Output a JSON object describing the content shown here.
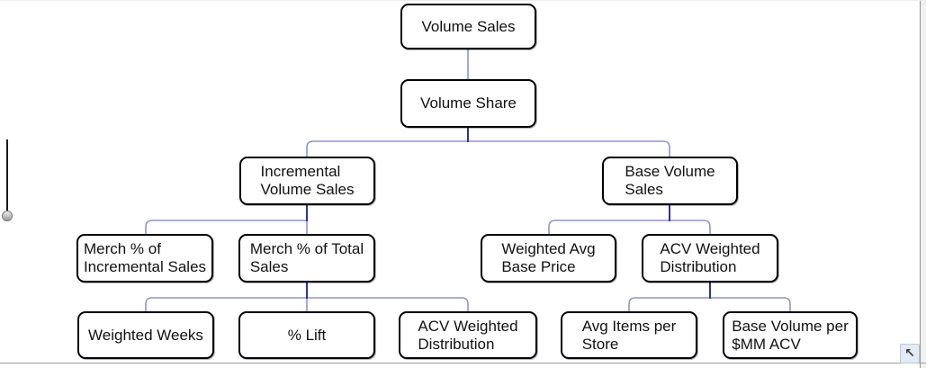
{
  "diagram": {
    "nodes": [
      {
        "id": "volume-sales",
        "label": "Volume Sales"
      },
      {
        "id": "volume-share",
        "label": "Volume Share"
      },
      {
        "id": "incremental-volume-sales",
        "label": "Incremental\nVolume Sales"
      },
      {
        "id": "base-volume-sales",
        "label": "Base Volume\nSales"
      },
      {
        "id": "merch-pct-of-incremental-sales",
        "label": "Merch % of\nIncremental Sales"
      },
      {
        "id": "merch-pct-of-total-sales",
        "label": "Merch % of Total\nSales"
      },
      {
        "id": "weighted-avg-base-price",
        "label": "Weighted Avg\nBase Price"
      },
      {
        "id": "acv-weighted-distribution",
        "label": "ACV Weighted\nDistribution"
      },
      {
        "id": "weighted-weeks",
        "label": "Weighted Weeks"
      },
      {
        "id": "pct-lift",
        "label": "% Lift"
      },
      {
        "id": "acv-weighted-distribution-2",
        "label": "ACV Weighted\nDistribution"
      },
      {
        "id": "avg-items-per-store",
        "label": "Avg Items per\nStore"
      },
      {
        "id": "base-volume-per-mm-acv",
        "label": "Base Volume per\n$MM ACV"
      }
    ],
    "edges": [
      [
        "volume-sales",
        "volume-share"
      ],
      [
        "volume-share",
        "incremental-volume-sales"
      ],
      [
        "volume-share",
        "base-volume-sales"
      ],
      [
        "incremental-volume-sales",
        "merch-pct-of-incremental-sales"
      ],
      [
        "incremental-volume-sales",
        "merch-pct-of-total-sales"
      ],
      [
        "merch-pct-of-total-sales",
        "weighted-weeks"
      ],
      [
        "merch-pct-of-total-sales",
        "pct-lift"
      ],
      [
        "merch-pct-of-total-sales",
        "acv-weighted-distribution-2"
      ],
      [
        "base-volume-sales",
        "weighted-avg-base-price"
      ],
      [
        "base-volume-sales",
        "acv-weighted-distribution"
      ],
      [
        "acv-weighted-distribution",
        "avg-items-per-store"
      ],
      [
        "acv-weighted-distribution",
        "base-volume-per-mm-acv"
      ]
    ]
  },
  "ui": {
    "reset_view_icon": "↖",
    "colors": {
      "connector_light": "#9193cd",
      "connector_dark": "#31319b",
      "box_border": "#000000",
      "box_fill": "#ffffff",
      "canvas_bg": "#ffffff"
    }
  }
}
